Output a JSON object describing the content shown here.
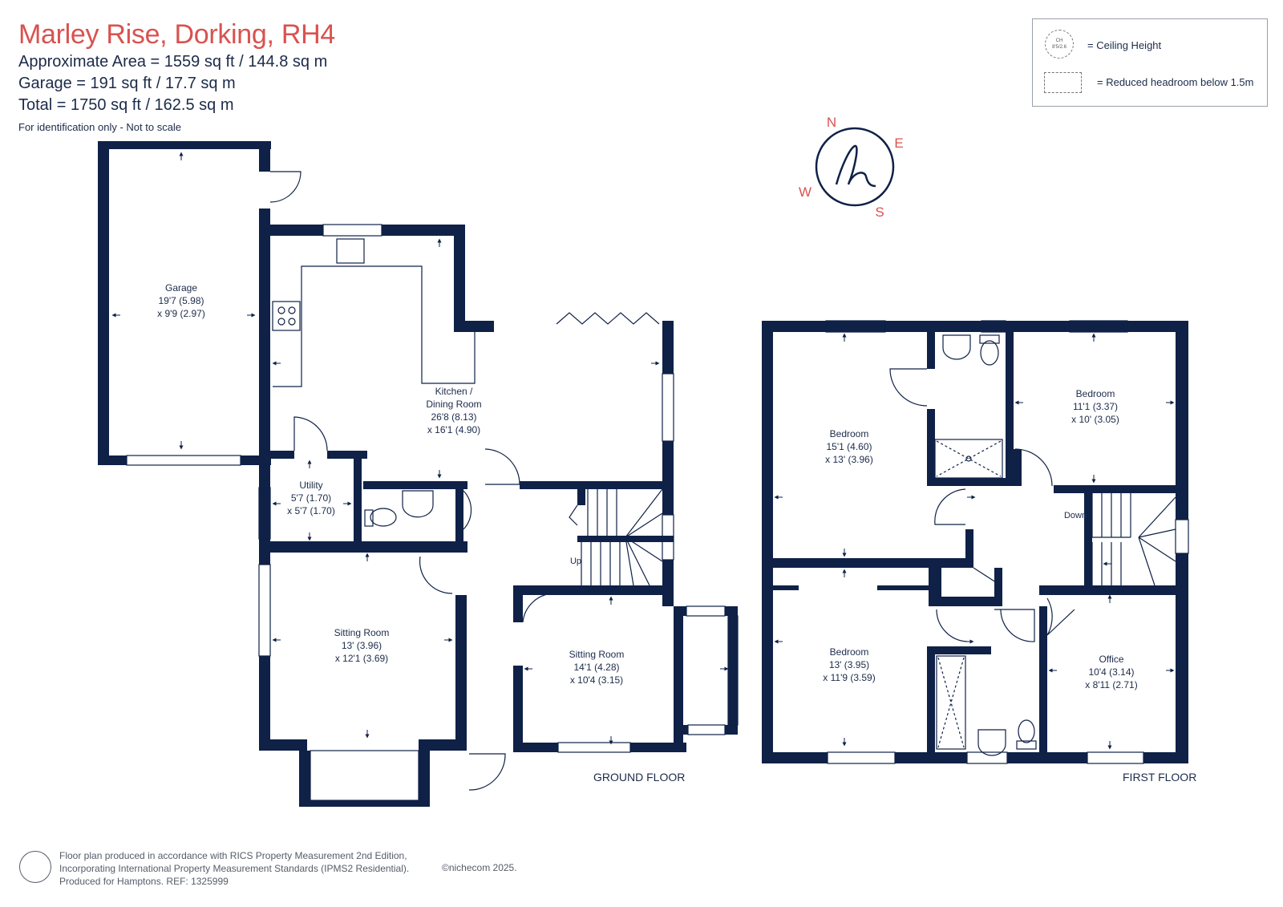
{
  "header": {
    "title": "Marley Rise, Dorking, RH4",
    "approx_area": "Approximate Area = 1559 sq ft / 144.8 sq m",
    "garage_area": "Garage = 191 sq ft / 17.7 sq m",
    "total_area": "Total = 1750 sq ft / 162.5 sq m",
    "note": "For identification only - Not to scale"
  },
  "legend": {
    "ceiling_symbol_top": "CH",
    "ceiling_symbol_bottom": "8'5/2.6",
    "ceiling_label": "= Ceiling Height",
    "headroom_label": "= Reduced headroom below 1.5m"
  },
  "compass": {
    "n": "N",
    "e": "E",
    "s": "S",
    "w": "W"
  },
  "colors": {
    "wall": "#0f2147",
    "accent": "#d9524f",
    "text": "#1c2b4a"
  },
  "floors": {
    "ground": "GROUND FLOOR",
    "first": "FIRST FLOOR"
  },
  "rooms": {
    "garage": {
      "name": "Garage",
      "dim1": "19'7 (5.98)",
      "dim2": "x 9'9 (2.97)"
    },
    "kitchen": {
      "name": "Kitchen /",
      "name2": "Dining Room",
      "dim1": "26'8 (8.13)",
      "dim2": "x 16'1 (4.90)"
    },
    "utility": {
      "name": "Utility",
      "dim1": "5'7 (1.70)",
      "dim2": "x 5'7 (1.70)"
    },
    "sitting1": {
      "name": "Sitting Room",
      "dim1": "13' (3.96)",
      "dim2": "x 12'1 (3.69)"
    },
    "sitting2": {
      "name": "Sitting Room",
      "dim1": "14'1 (4.28)",
      "dim2": "x 10'4 (3.15)"
    },
    "bed1": {
      "name": "Bedroom",
      "dim1": "15'1 (4.60)",
      "dim2": "x 13' (3.96)"
    },
    "bed2": {
      "name": "Bedroom",
      "dim1": "11'1 (3.37)",
      "dim2": "x 10' (3.05)"
    },
    "bed3": {
      "name": "Bedroom",
      "dim1": "13' (3.95)",
      "dim2": "x 11'9 (3.59)"
    },
    "office": {
      "name": "Office",
      "dim1": "10'4 (3.14)",
      "dim2": "x 8'11 (2.71)"
    }
  },
  "stairs": {
    "up": "Up",
    "down": "Down"
  },
  "footer": {
    "line1": "Floor plan produced in accordance with RICS Property Measurement 2nd Edition,",
    "line2": "Incorporating International Property Measurement Standards (IPMS2 Residential).",
    "line3": "Produced for Hamptons.   REF: 1325999",
    "copyright": "©nichecom 2025."
  }
}
